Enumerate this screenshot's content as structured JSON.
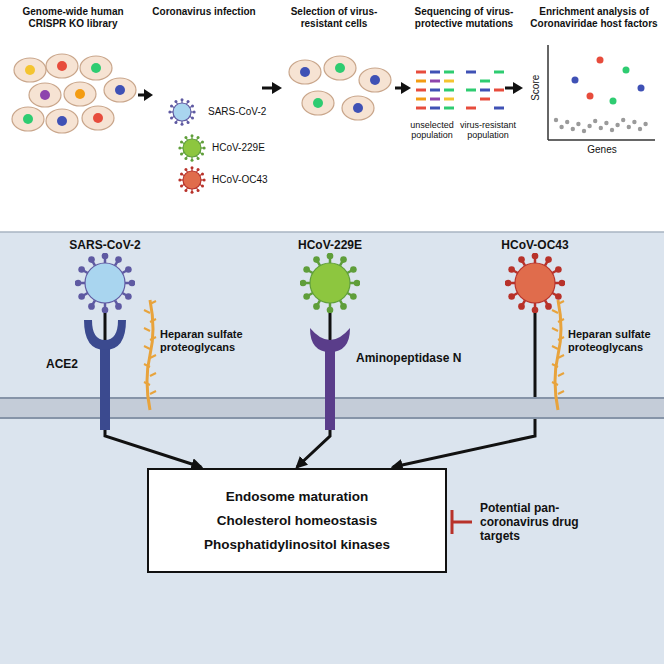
{
  "diagram": {
    "nodes": [
      {
        "text": [
          "SARS-CoV-2"
        ]
      },
      {
        "text": [
          "HCoV-229E"
        ]
      },
      {
        "text": [
          "HCoV-OC43"
        ]
      },
      {
        "text": [
          "Endosome maturation",
          "Cholesterol homeostasis",
          "Phosphatidylinositol kinases"
        ]
      }
    ],
    "edges": [
      {
        "from": 0,
        "to": 3,
        "arrow": "to"
      },
      {
        "from": 1,
        "to": 3,
        "arrow": "to"
      },
      {
        "from": 2,
        "to": 3,
        "arrow": "to"
      }
    ],
    "labels": [
      "Genome-wide human CRISPR KO library",
      "Coronavirus infection",
      "Selection of virus-resistant cells",
      "Sequencing of virus-protective mutations",
      "Enrichment analysis of Coronaviridae host factors",
      "SARS-CoV-2",
      "HCoV-229E",
      "HCoV-OC43",
      "unselected population",
      "virus-resistant population",
      "Score",
      "Genes",
      "ACE2",
      "Heparan sulfate proteoglycans",
      "Aminopeptidase N",
      "Heparan sulfate proteoglycans",
      "Potential pan-coronavirus drug targets"
    ]
  }
}
